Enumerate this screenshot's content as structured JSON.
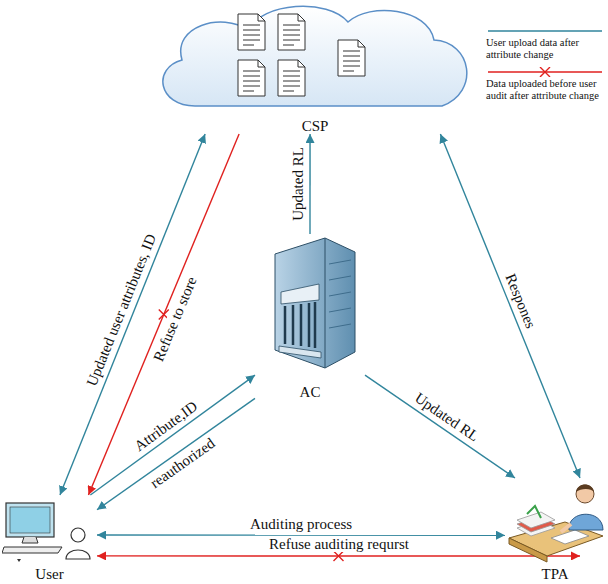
{
  "diagram": {
    "nodes": [
      {
        "text": [
          "CSP"
        ]
      },
      {
        "text": [
          "AC"
        ]
      },
      {
        "text": [
          "User"
        ]
      },
      {
        "text": [
          "TPA"
        ]
      }
    ],
    "edges": [
      {
        "from": 2,
        "to": 0,
        "arrow": "both",
        "label": "Updated user attributes, ID"
      },
      {
        "from": 0,
        "to": 2,
        "arrow": "to",
        "label": "Refuse to store"
      },
      {
        "from": 2,
        "to": 1,
        "arrow": "to",
        "label": "Attribute,ID"
      },
      {
        "from": 1,
        "to": 2,
        "arrow": "to",
        "label": "reauthorized"
      },
      {
        "from": 1,
        "to": 0,
        "arrow": "to",
        "label": "Updated RL"
      },
      {
        "from": 1,
        "to": 3,
        "arrow": "to",
        "label": "Updated RL"
      },
      {
        "from": 0,
        "to": 3,
        "arrow": "both",
        "label": "Respones"
      },
      {
        "from": 2,
        "to": 3,
        "arrow": "both",
        "label": "Auditing process"
      },
      {
        "from": 3,
        "to": 2,
        "arrow": "both",
        "label": "Refuse auditing requrst"
      }
    ],
    "legend": [
      {
        "text": "User upload data after attribute change"
      },
      {
        "text": "Data uploaded before user audit after attribute change"
      }
    ]
  }
}
